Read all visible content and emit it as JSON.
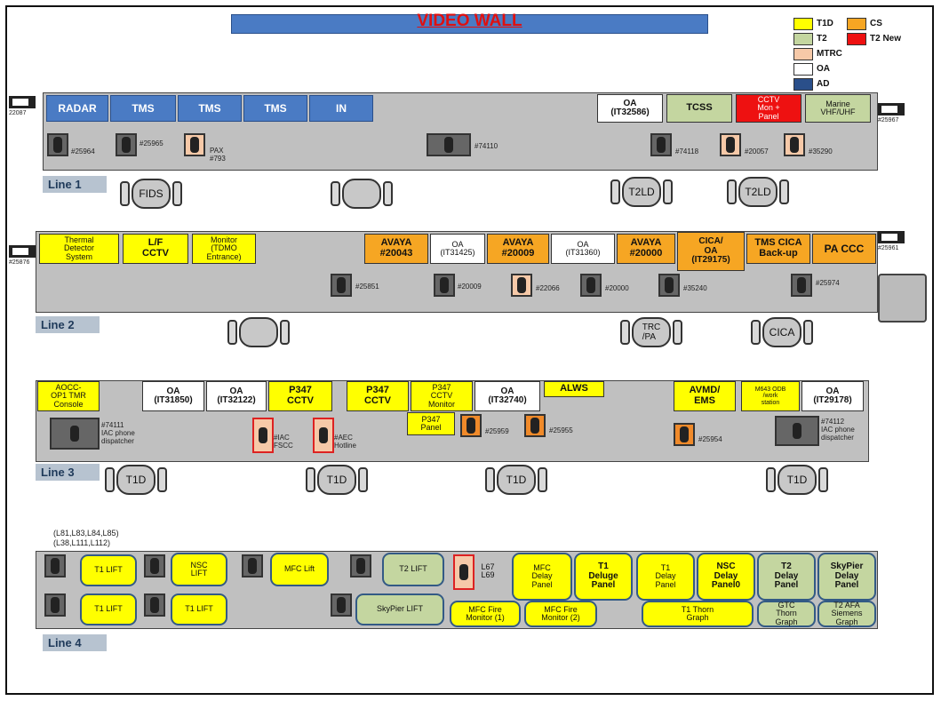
{
  "title": "VIDEO WALL",
  "legend": [
    {
      "label": "T1D",
      "color": "#ffff00"
    },
    {
      "label": "CS",
      "color": "#f6a623"
    },
    {
      "label": "T2",
      "color": "#c4d6a0"
    },
    {
      "label": "T2 New",
      "color": "#ee1111"
    },
    {
      "label": "MTRC",
      "color": "#f6c9a8"
    },
    {
      "label": "OA",
      "color": "#ffffff"
    },
    {
      "label": "AD",
      "color": "#2a4f8a"
    }
  ],
  "lines": [
    "Line 1",
    "Line 2",
    "Line 3",
    "Line 4"
  ],
  "pcs": {
    "l1_left": "22087",
    "l1_right": "#25967",
    "l2_left": "#25876",
    "l2_right": "#25961"
  },
  "line1": {
    "cells": [
      "RADAR",
      "TMS",
      "TMS",
      "TMS",
      "IN",
      "OA\n(IT32586)",
      "TCSS",
      "CCTV\nMon +\nPanel",
      "Marine\nVHF/UHF"
    ],
    "phones": [
      "#25964",
      "#25965",
      "PAX\n#793",
      "#74110",
      "#74118",
      "#20057",
      "#35290"
    ],
    "chairs": [
      "FIDS",
      "",
      "T2LD",
      "T2LD"
    ]
  },
  "line2": {
    "cells": [
      "Thermal\nDetector\nSystem",
      "L/F\nCCTV",
      "Monitor\n(TDMO\nEntrance)",
      "AVAYA\n#20043",
      "OA\n(IT31425)",
      "AVAYA\n#20009",
      "OA\n(IT31360)",
      "AVAYA\n#20000",
      "CICA/\nOA\n(IT29175)",
      "TMS CICA\nBack-up",
      "PA CCC"
    ],
    "phones": [
      "#25851",
      "#20009",
      "#22066",
      "#20000",
      "#35240",
      "#25974"
    ],
    "chairs": [
      "",
      "TRC\n/PA",
      "CICA"
    ]
  },
  "line3": {
    "cells": [
      "AOCC-\nOP1 TMR\nConsole",
      "OA\n(IT31850)",
      "OA\n(IT32122)",
      "P347\nCCTV",
      "P347\nCCTV",
      "P347\nCCTV\nMonitor",
      "OA\n(IT32740)",
      "ALWS",
      "AVMD/\nEMS",
      "M643 ODB\n/work\nstation",
      "OA\n(IT29178)",
      "P347\nPanel"
    ],
    "phones": [
      "#74111\nIAC phone\ndispatcher",
      "#IAC\nFSCC",
      "#AEC\nHotline",
      "#25959",
      "#25955",
      "#25954",
      "#74112\nIAC phone\ndispatcher"
    ],
    "chairs": [
      "T1D",
      "T1D",
      "T1D",
      "T1D"
    ]
  },
  "line4": {
    "note": "(L81,L83,L84,L85)\n(L38,L111,L112)",
    "cells": [
      "T1 LIFT",
      "NSC\nLIFT",
      "MFC Lift",
      "T2 LIFT",
      "L67\nL69",
      "MFC\nDelay\nPanel",
      "T1\nDeluge\nPanel",
      "T1\nDelay\nPanel",
      "NSC\nDelay\nPanel0",
      "T2\nDelay\nPanel",
      "SkyPier\nDelay\nPanel",
      "T1 LIFT",
      "T1 LIFT",
      "SkyPier LIFT",
      "MFC Fire\nMonitor (1)",
      "MFC Fire\nMonitor (2)",
      "T1 Thorn\nGraph",
      "GTC\nThorn\nGraph",
      "T2 AFA\nSiemens\nGraph"
    ]
  }
}
